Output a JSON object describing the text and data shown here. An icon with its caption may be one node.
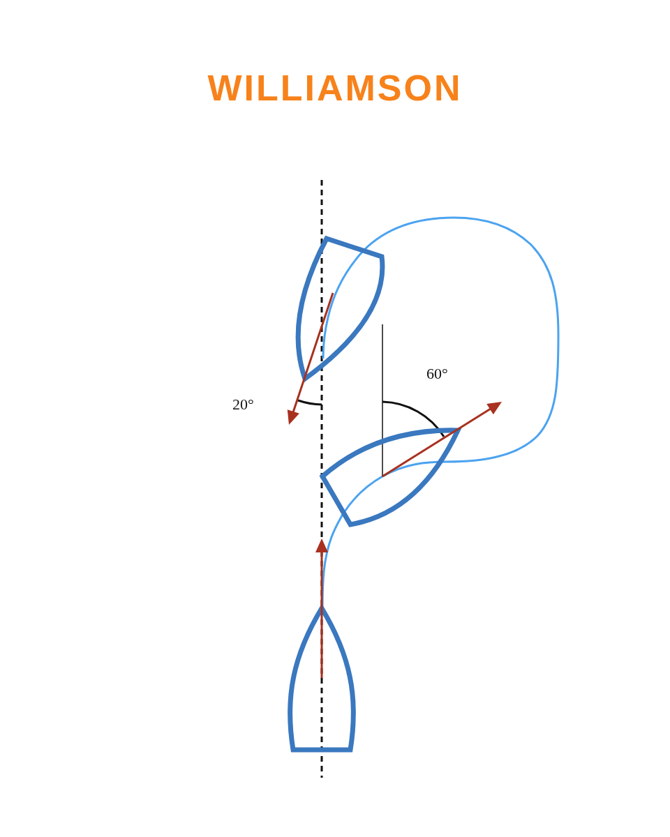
{
  "diagram": {
    "title": "WILLIAMSON",
    "nodes": [
      {
        "text": [],
        "shape": "boat"
      },
      {
        "text": [],
        "shape": "boat"
      },
      {
        "text": [],
        "shape": "boat"
      }
    ],
    "edges": [
      {
        "from": 2,
        "to": 1,
        "arrow": "none"
      },
      {
        "from": 1,
        "to": 0,
        "arrow": "none"
      }
    ],
    "labels": [
      "60°",
      "20°"
    ]
  }
}
